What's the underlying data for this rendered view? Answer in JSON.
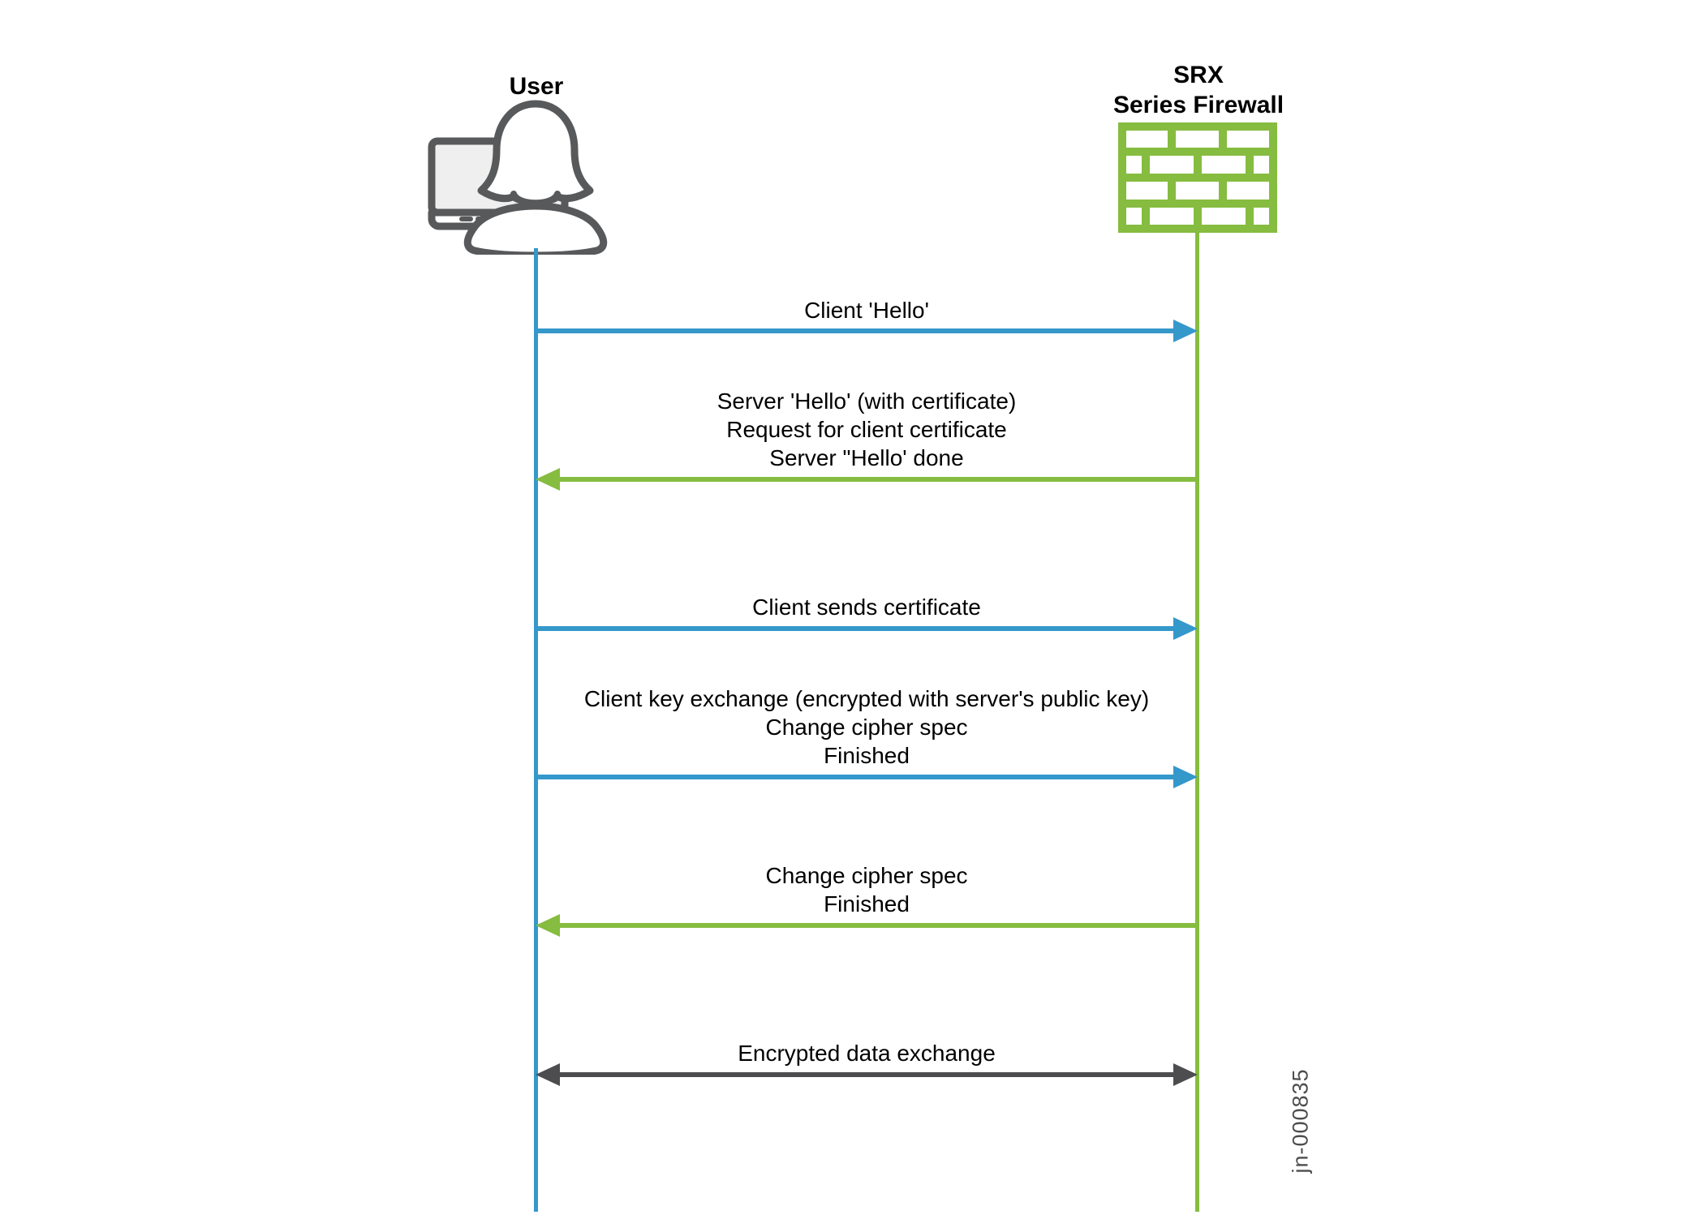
{
  "diagram_type": "sequence-diagram",
  "actors": {
    "user": {
      "label": "User",
      "icon": "user-at-laptop-icon",
      "lifeline_color": "#3598CB"
    },
    "firewall": {
      "label_line1": "SRX",
      "label_line2": "Series Firewall",
      "icon": "firewall-brick-wall-icon",
      "lifeline_color": "#86BC40"
    }
  },
  "messages": [
    {
      "from": "user",
      "to": "firewall",
      "direction": "right",
      "color": "#3598CB",
      "lines": [
        "Client 'Hello'"
      ]
    },
    {
      "from": "firewall",
      "to": "user",
      "direction": "left",
      "color": "#86BC40",
      "lines": [
        "Server 'Hello' (with certificate)",
        "Request for client certificate",
        "Server \"Hello' done"
      ]
    },
    {
      "from": "user",
      "to": "firewall",
      "direction": "right",
      "color": "#3598CB",
      "lines": [
        "Client sends certificate"
      ]
    },
    {
      "from": "user",
      "to": "firewall",
      "direction": "right",
      "color": "#3598CB",
      "lines": [
        "Client key exchange (encrypted with server's public key)",
        "Change cipher spec",
        "Finished"
      ]
    },
    {
      "from": "firewall",
      "to": "user",
      "direction": "left",
      "color": "#86BC40",
      "lines": [
        "Change cipher spec",
        "Finished"
      ]
    },
    {
      "from": "user",
      "to": "firewall",
      "direction": "both",
      "color": "#4D4D4F",
      "lines": [
        "Encrypted data exchange"
      ]
    }
  ],
  "figure_id": "jn-000835",
  "colors": {
    "client_blue": "#3598CB",
    "server_green": "#86BC40",
    "exchange_dark": "#4D4D4F",
    "icon_outline_gray": "#58595B",
    "text": "#000000",
    "background": "#ffffff"
  }
}
